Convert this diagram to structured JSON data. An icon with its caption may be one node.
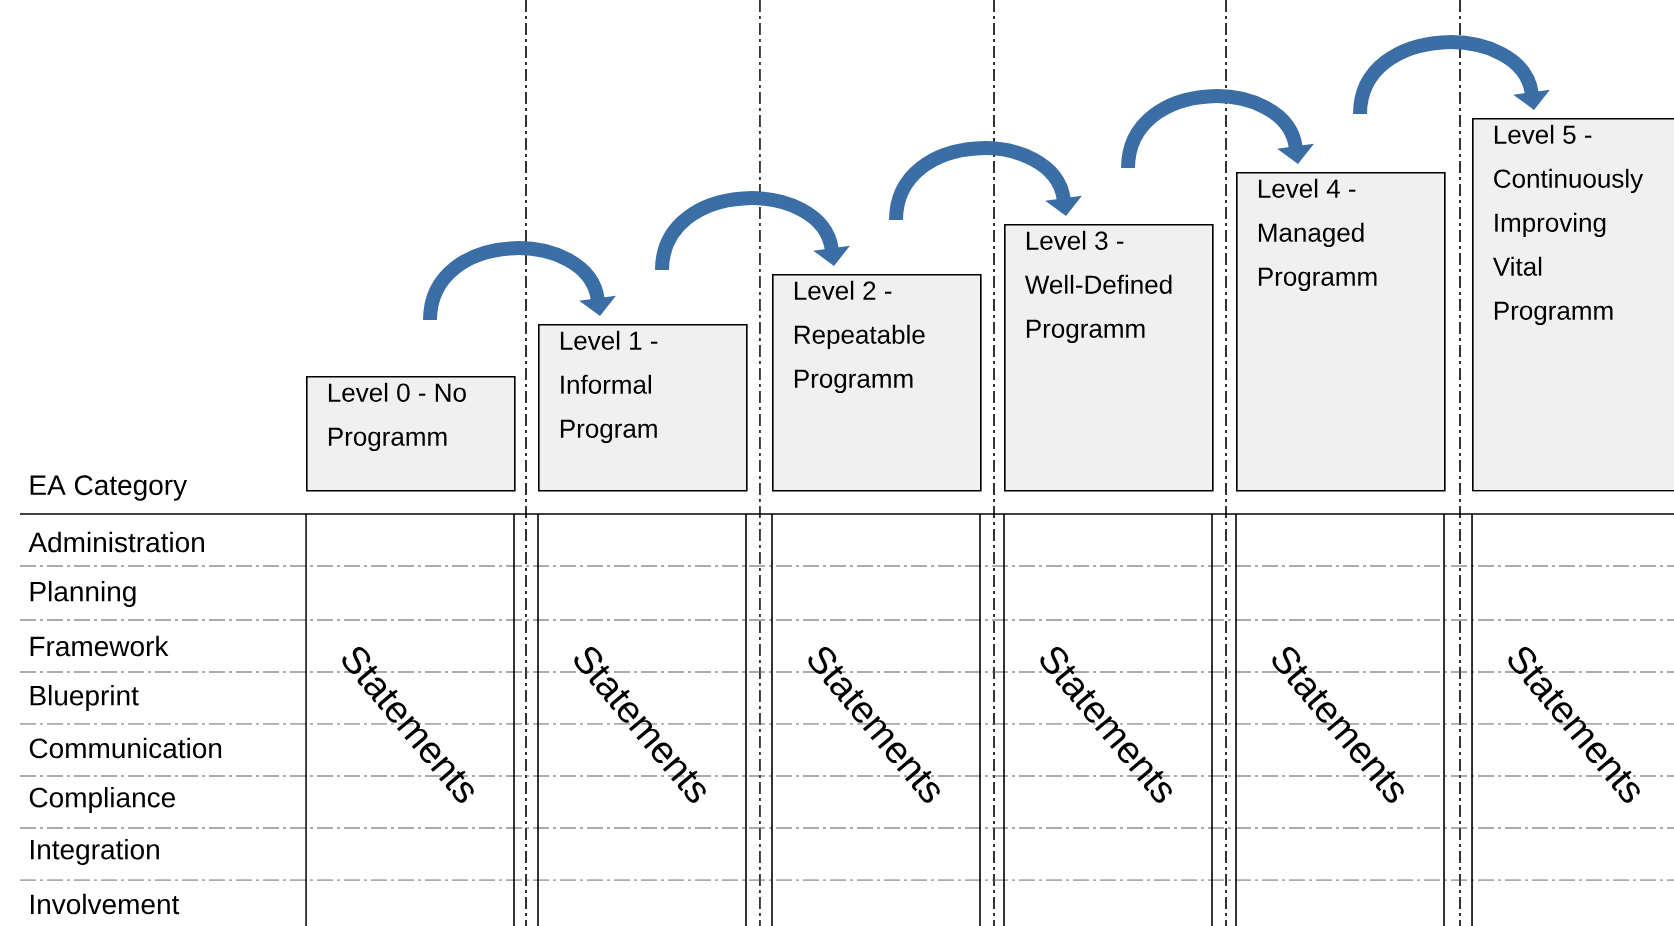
{
  "diagram": {
    "nodes": [
      {
        "text": [
          "Level 0 - No Programm"
        ]
      },
      {
        "text": [
          "Level 1 - Informal Program"
        ]
      },
      {
        "text": [
          "Level 2 - Repeatable Programm"
        ]
      },
      {
        "text": [
          "Level 3 - Well-Defined Programm"
        ]
      },
      {
        "text": [
          "Level 4 - Managed Programm"
        ]
      },
      {
        "text": [
          "Level 5 - Continuously Improving Vital Programm"
        ]
      }
    ],
    "edges": [
      {
        "from": null,
        "to": 1,
        "arrow": "to"
      },
      {
        "from": null,
        "to": 2,
        "arrow": "to"
      },
      {
        "from": null,
        "to": 3,
        "arrow": "to"
      },
      {
        "from": null,
        "to": 4,
        "arrow": "to"
      },
      {
        "from": null,
        "to": 5,
        "arrow": "to"
      }
    ],
    "labels": [
      "EA Category",
      "Administration",
      "Planning",
      "Framework",
      "Blueprint",
      "Communication",
      "Compliance",
      "Integration",
      "Involvement",
      "Statements",
      "Statements",
      "Statements",
      "Statements",
      "Statements",
      "Statements"
    ]
  }
}
